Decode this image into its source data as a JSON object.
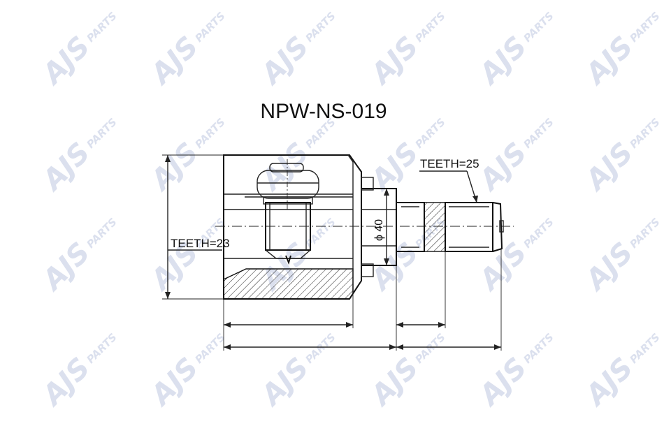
{
  "watermark": {
    "brand": "AJS",
    "suffix": "PARTS",
    "color": "#dbe0ee"
  },
  "title": "NPW-NS-019",
  "labels": {
    "teeth_inner": "TEETH=23",
    "teeth_outer": "TEETH=25",
    "diameter": "ϕ 40"
  }
}
